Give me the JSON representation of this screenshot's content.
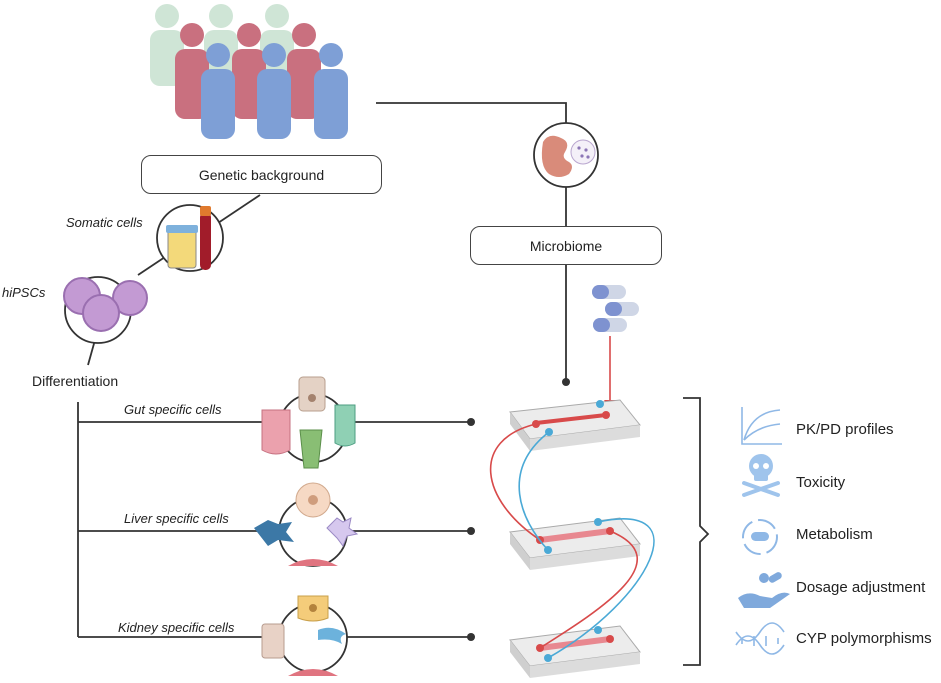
{
  "labels": {
    "genetic_background": "Genetic background",
    "microbiome": "Microbiome",
    "somatic_cells": "Somatic cells",
    "hipscs": "hiPSCs",
    "differentiation": "Differentiation",
    "gut_cells": "Gut specific cells",
    "liver_cells": "Liver specific cells",
    "kidney_cells": "Kidney specific cells"
  },
  "outcomes": [
    {
      "label": "PK/PD profiles",
      "icon": "pk-pd-curve-icon"
    },
    {
      "label": "Toxicity",
      "icon": "skull-crossbones-icon"
    },
    {
      "label": "Metabolism",
      "icon": "metabolism-cycle-icon"
    },
    {
      "label": "Dosage adjustment",
      "icon": "hand-pills-icon"
    },
    {
      "label": "CYP polymorphisms",
      "icon": "dna-helix-icon"
    }
  ],
  "colors": {
    "person_green": "#cfe5d6",
    "person_red": "#c9707f",
    "person_blue": "#7e9fd6",
    "hipsc_purple": "#c39ad3",
    "chip_red": "#d84a4a",
    "chip_blue": "#4aa9d6",
    "icon_blue": "#8fb8e6",
    "line": "#333333"
  }
}
